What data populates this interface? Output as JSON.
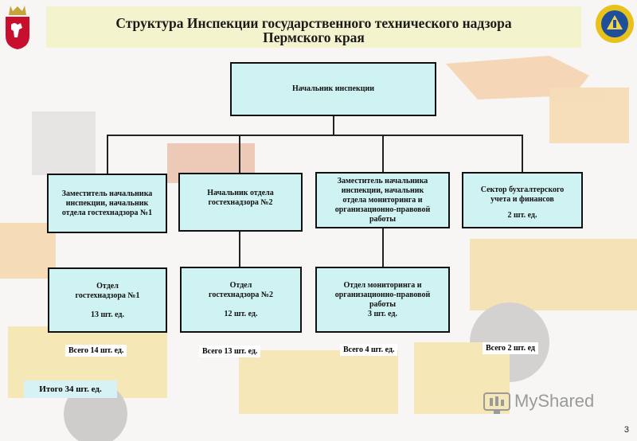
{
  "header": {
    "title_line1": "Структура Инспекции государственного технического надзора",
    "title_line2": "Пермского края"
  },
  "boxes": {
    "chief": "Начальник инспекции",
    "deputy1": [
      "Заместитель начальника",
      "инспекции, начальник",
      "отдела гостехнадзора №1"
    ],
    "head2": [
      "Начальник отдела",
      "гостехнадзора №2"
    ],
    "deputy_mon": [
      "Заместитель начальника",
      "инспекции, начальник",
      "отдела мониторинга и",
      "организационно-правовой",
      "работы"
    ],
    "accounting": [
      "Сектор бухгалтерского",
      "учета и финансов",
      "",
      "2 шт. ед."
    ],
    "dept1": [
      "Отдел",
      "гостехнадзора №1",
      "",
      "13 шт. ед."
    ],
    "dept2": [
      "Отдел",
      "гостехнадзора №2",
      "",
      "12 шт. ед."
    ],
    "dept_mon": [
      "Отдел мониторинга и",
      "организационно-правовой",
      "работы",
      "3 шт. ед."
    ]
  },
  "totals": [
    "Всего 14 шт. ед.",
    "Всего 13 шт. ед.",
    "Всего 4 шт. ед.",
    "Всего 2 шт. ед"
  ],
  "grand_total": "Итого 34 шт. ед.",
  "watermark": "MyShared",
  "page_number": "3",
  "colors": {
    "box_fill": "#cff2f2",
    "title_band": "#f3f3ce",
    "coat_red": "#c8102e"
  }
}
